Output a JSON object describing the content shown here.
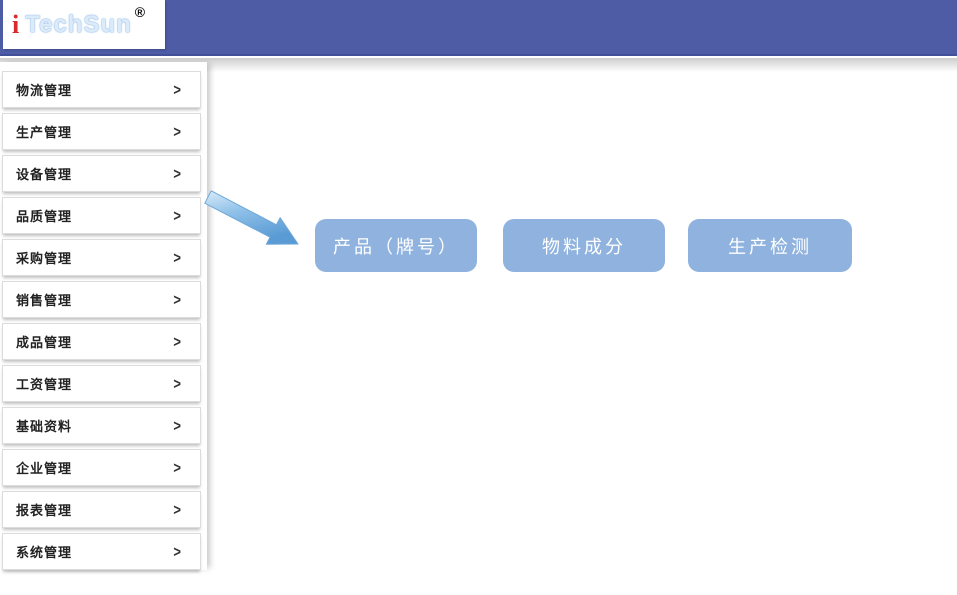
{
  "header": {
    "logo_i": "i",
    "logo_name": "TechSun",
    "logo_reg": "®"
  },
  "sidebar": {
    "chevron": ">",
    "items": [
      {
        "label": "物流管理"
      },
      {
        "label": "生产管理"
      },
      {
        "label": "设备管理"
      },
      {
        "label": "品质管理"
      },
      {
        "label": "采购管理"
      },
      {
        "label": "销售管理"
      },
      {
        "label": "成品管理"
      },
      {
        "label": "工资管理"
      },
      {
        "label": "基础资料"
      },
      {
        "label": "企业管理"
      },
      {
        "label": "报表管理"
      },
      {
        "label": "系统管理"
      }
    ]
  },
  "main": {
    "buttons": [
      {
        "label": "产品（牌号）"
      },
      {
        "label": "物料成分"
      },
      {
        "label": "生产检测"
      }
    ]
  },
  "colors": {
    "header_blue": "#4E5CA6",
    "header_border": "#42509A",
    "button_blue": "#8FB2DE",
    "arrow_light": "#CFE6F7",
    "arrow_dark": "#5A9BD5",
    "logo_red": "#D92B2B",
    "logo_blue_outline": "#8FB8E4"
  }
}
